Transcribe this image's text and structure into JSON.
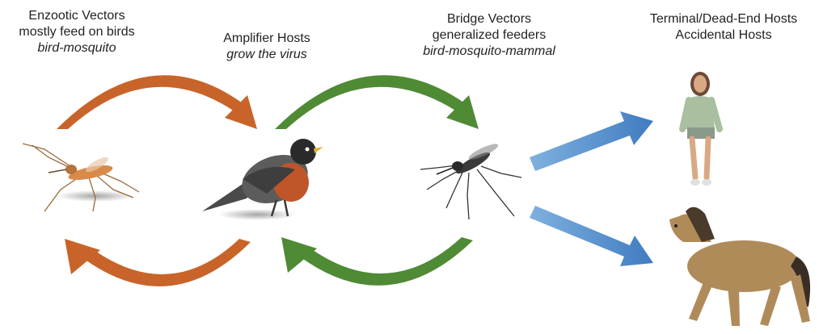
{
  "labels": {
    "enzootic": {
      "line1": "Enzootic Vectors",
      "line2": "mostly feed on birds",
      "line3": "bird-mosquito"
    },
    "amplifier": {
      "line1": "Amplifier Hosts",
      "line2": "grow the virus"
    },
    "bridge": {
      "line1": "Bridge Vectors",
      "line2": "generalized feeders",
      "line3": "bird-mosquito-mammal"
    },
    "terminal": {
      "line1": "Terminal/Dead-End Hosts",
      "line2": "Accidental Hosts"
    }
  },
  "icons": {
    "enzootic_vector": "mosquito-icon",
    "amplifier_host": "robin-icon",
    "bridge_vector": "mosquito-icon",
    "human_host": "human-icon",
    "horse_host": "horse-icon"
  },
  "colors": {
    "orange_arrow": "#c8642a",
    "green_arrow": "#4f8a35",
    "blue_arrow": "#4a86c8"
  }
}
